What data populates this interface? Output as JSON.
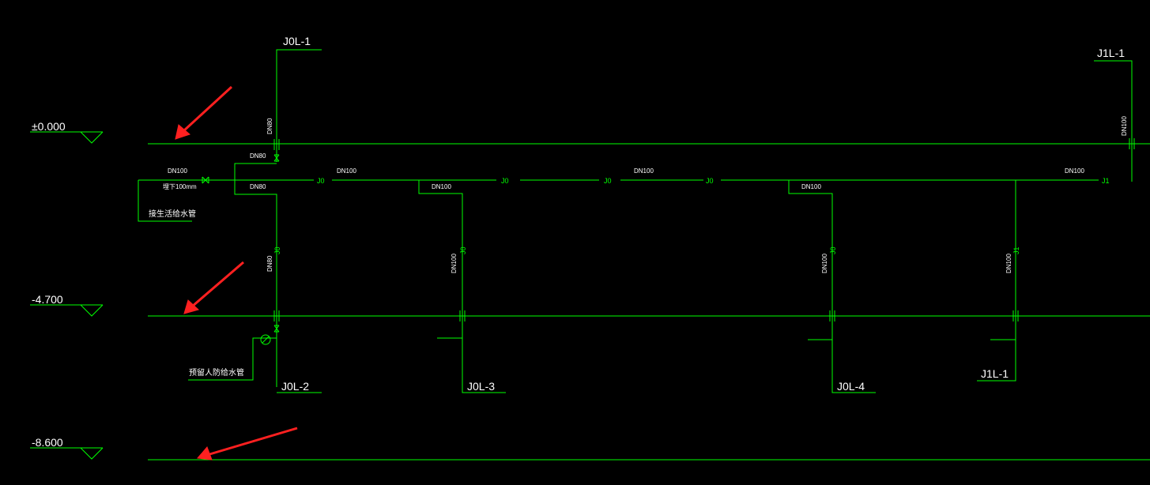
{
  "colors": {
    "pipe": "#00ff00",
    "line": "#00e000",
    "text": "#ffffff",
    "arrow": "#ff2020",
    "background": "#000000"
  },
  "elevations": [
    "±0.000",
    "-4.700",
    "-8.600"
  ],
  "riser_tags": [
    "J0L-1",
    "J1L-1",
    "J0L-2",
    "J0L-3",
    "J0L-4",
    "J1L-1"
  ],
  "pipe_labels": {
    "dn80_upper": "DN80",
    "dn80_lower_stub": "DN80",
    "dn80_main": "DN80",
    "dn80_riser": "DN80",
    "dn100_main_a": "DN100",
    "dn100_main_b": "DN100",
    "dn100_main_c": "DN100",
    "dn100_right": "DN100",
    "dn100_branch_1": "DN100",
    "dn100_branch_2": "DN100",
    "dn100_riser_top_right": "DN100",
    "dn100_riser_1": "DN100",
    "dn100_riser_2": "DN100",
    "dn100_riser_3": "DN100"
  },
  "line_codes": {
    "j0_a": "J0",
    "j0_b": "J0",
    "j0_c": "J0",
    "j0_d": "J0",
    "j1_a": "J1",
    "j0_v1": "J0",
    "j0_v2": "J0",
    "j0_v3": "J0",
    "j1_v1": "J1"
  },
  "notes": {
    "depth": "埋下100mm",
    "connect_domestic": "接生活给水管",
    "reserved_civil_defense": "预留人防给水管"
  },
  "icons": [
    "arrow-annotation-icon",
    "elevation-marker-icon",
    "valve-icon",
    "flange-icon",
    "meter-icon"
  ]
}
